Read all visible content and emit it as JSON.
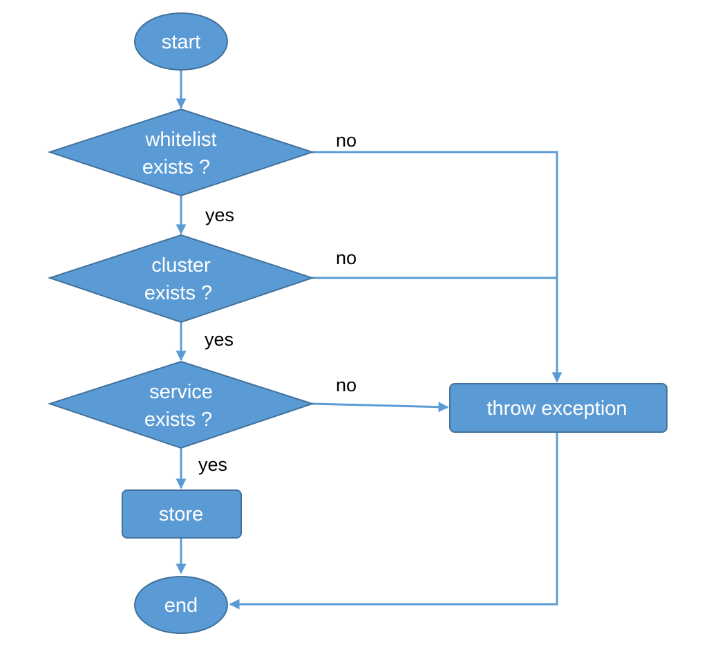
{
  "colors": {
    "node_fill": "#5B9BD5",
    "node_stroke": "#41719C",
    "edge": "#5B9BD5",
    "node_text": "#FFFFFF",
    "edge_label_text": "#000000"
  },
  "nodes": {
    "start": {
      "label": "start"
    },
    "whitelist": {
      "line1": "whitelist",
      "line2": "exists ?"
    },
    "cluster": {
      "line1": "cluster",
      "line2": "exists ?"
    },
    "service": {
      "line1": "service",
      "line2": "exists ?"
    },
    "store": {
      "label": "store"
    },
    "throw": {
      "label": "throw exception"
    },
    "end": {
      "label": "end"
    }
  },
  "edge_labels": {
    "whitelist_no": "no",
    "whitelist_yes": "yes",
    "cluster_no": "no",
    "cluster_yes": "yes",
    "service_no": "no",
    "service_yes": "yes"
  }
}
